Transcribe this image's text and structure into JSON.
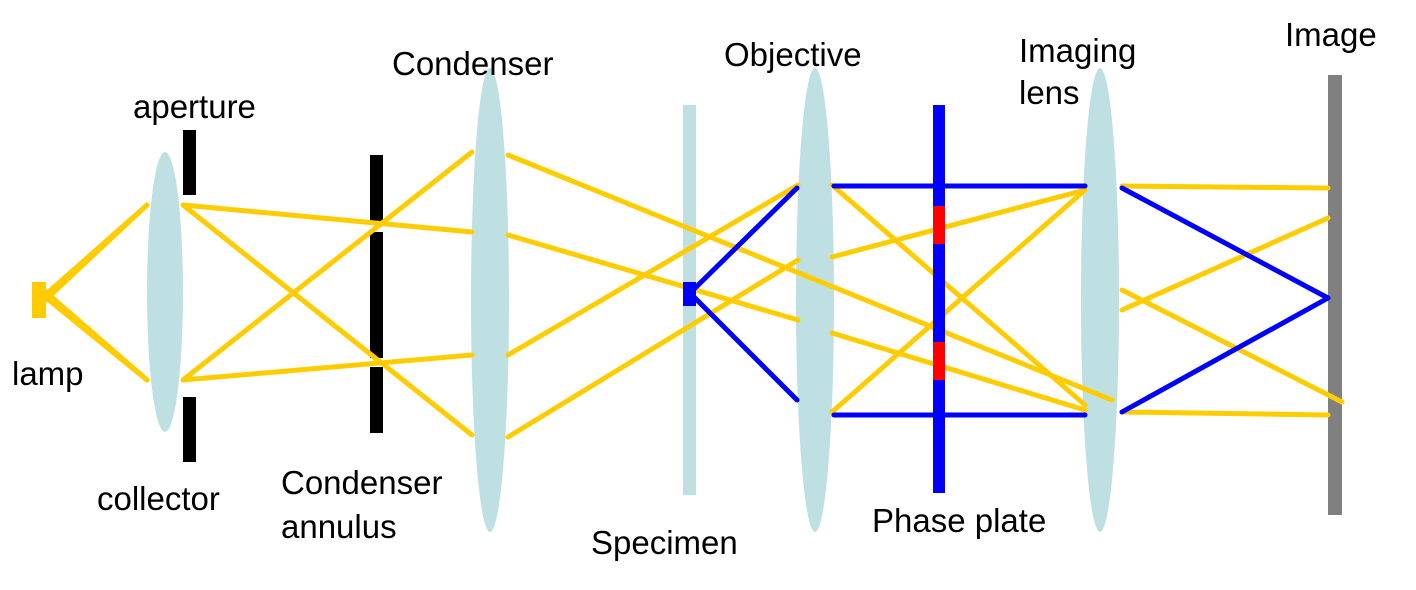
{
  "labels": {
    "lamp": "lamp",
    "aperture": "aperture",
    "collector": "collector",
    "condenser": "Condenser",
    "condenser_annulus_line1": "Condenser",
    "condenser_annulus_line2": "annulus",
    "specimen": "Specimen",
    "objective": "Objective",
    "phase_plate": "Phase plate",
    "imaging_lens_line1": "Imaging",
    "imaging_lens_line2": "lens",
    "image": "Image"
  },
  "colors": {
    "illumination_ray": "#ffcc00",
    "diffracted_ray": "#0000ff",
    "lens": "#bfe0e3",
    "opaque": "#000000",
    "phase_ring": "#ff0000",
    "image_screen": "#808080",
    "lamp": "#ffcc00"
  }
}
